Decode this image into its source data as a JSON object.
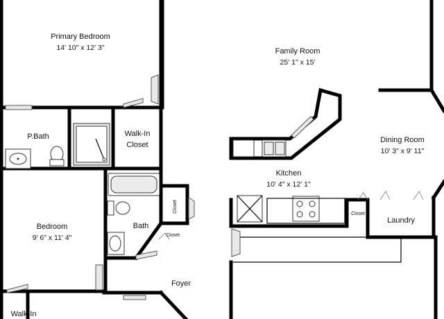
{
  "rooms": {
    "primary_bedroom": {
      "name": "Primary Bedroom",
      "dims": "14' 10\" x 12' 3\""
    },
    "family_room": {
      "name": "Family Room",
      "dims": "25' 1\" x 15'"
    },
    "dining_room": {
      "name": "Dining Room",
      "dims": "10' 3\" x 9' 11\""
    },
    "kitchen": {
      "name": "Kitchen",
      "dims": "10' 4\" x 12' 1\""
    },
    "bedroom": {
      "name": "Bedroom",
      "dims": "9' 6\" x 11' 4\""
    },
    "p_bath": {
      "name": "P.Bath"
    },
    "walk_in_closet": {
      "line1": "Walk-In",
      "line2": "Closet"
    },
    "bath": {
      "name": "Bath"
    },
    "closet_vertical": {
      "name": "Closet"
    },
    "closet_small": {
      "name": "Closet"
    },
    "closet_kitchen": {
      "name": "Closet"
    },
    "laundry": {
      "name": "Laundry"
    },
    "foyer": {
      "name": "Foyer"
    },
    "walk_in_bottom": {
      "name": "Walk-In"
    }
  }
}
